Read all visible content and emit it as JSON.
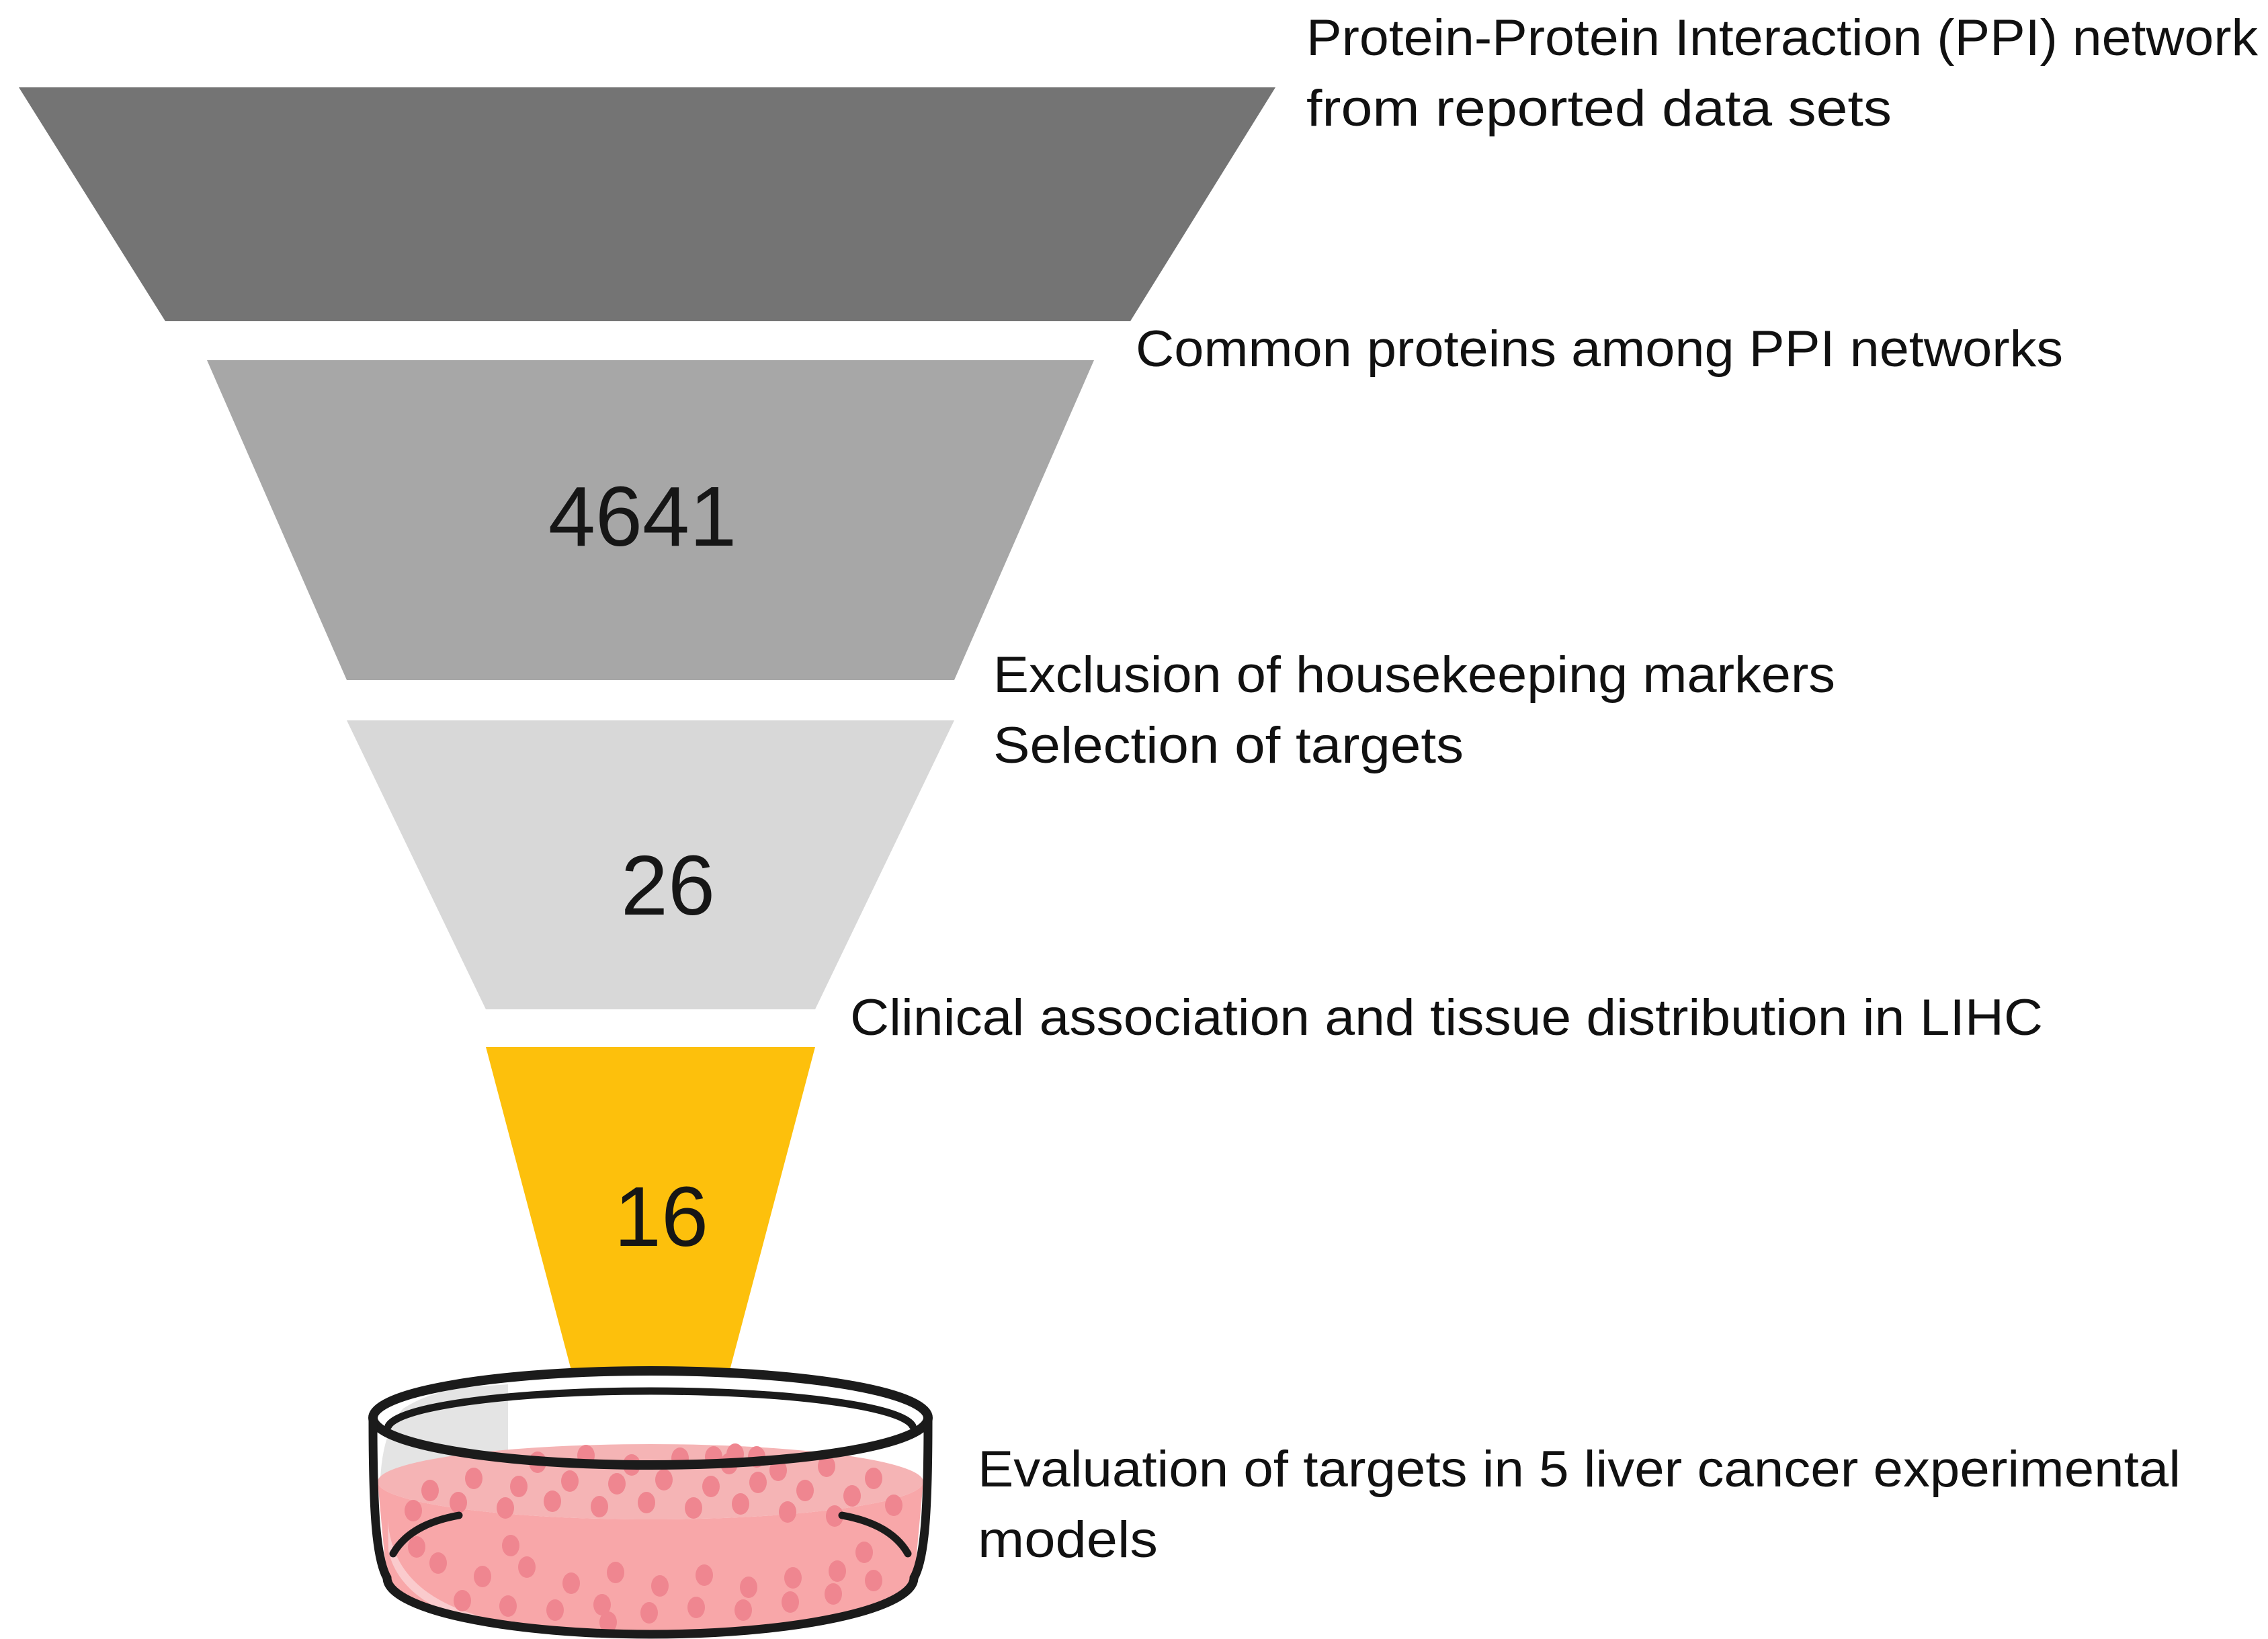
{
  "figure": {
    "background": "#FFFFFF",
    "text_color": "#111111",
    "funnel": {
      "stages": [
        {
          "value": "",
          "color": "#747474",
          "annotation_lines": [
            "Protein-Protein Interaction (PPI) network",
            "from reported data sets"
          ]
        },
        {
          "value": "4641",
          "color": "#A7A7A7",
          "annotation_lines": [
            "Common proteins among PPI networks"
          ]
        },
        {
          "value": "26",
          "color": "#D8D8D8",
          "annotation_lines": [
            "Exclusion of housekeeping markers",
            "Selection of targets"
          ]
        },
        {
          "value": "16",
          "color": "#FDC00C",
          "annotation_lines": [
            "Clinical association and tissue distribution in LIHC"
          ]
        }
      ]
    },
    "petri_dish": {
      "annotation_lines": [
        "Evaluation of targets in 5 liver cancer experimental",
        "models"
      ],
      "colors": {
        "outline": "#1B1B1B",
        "glass_tint": "#E4E4E4",
        "medium_surface": "#F5B4B5",
        "medium_front": "#F8A7A9",
        "medium_highlight": "#FACBCD",
        "colony_dot": "#EF8690",
        "opening_fill": "#FFFFFF"
      }
    }
  }
}
